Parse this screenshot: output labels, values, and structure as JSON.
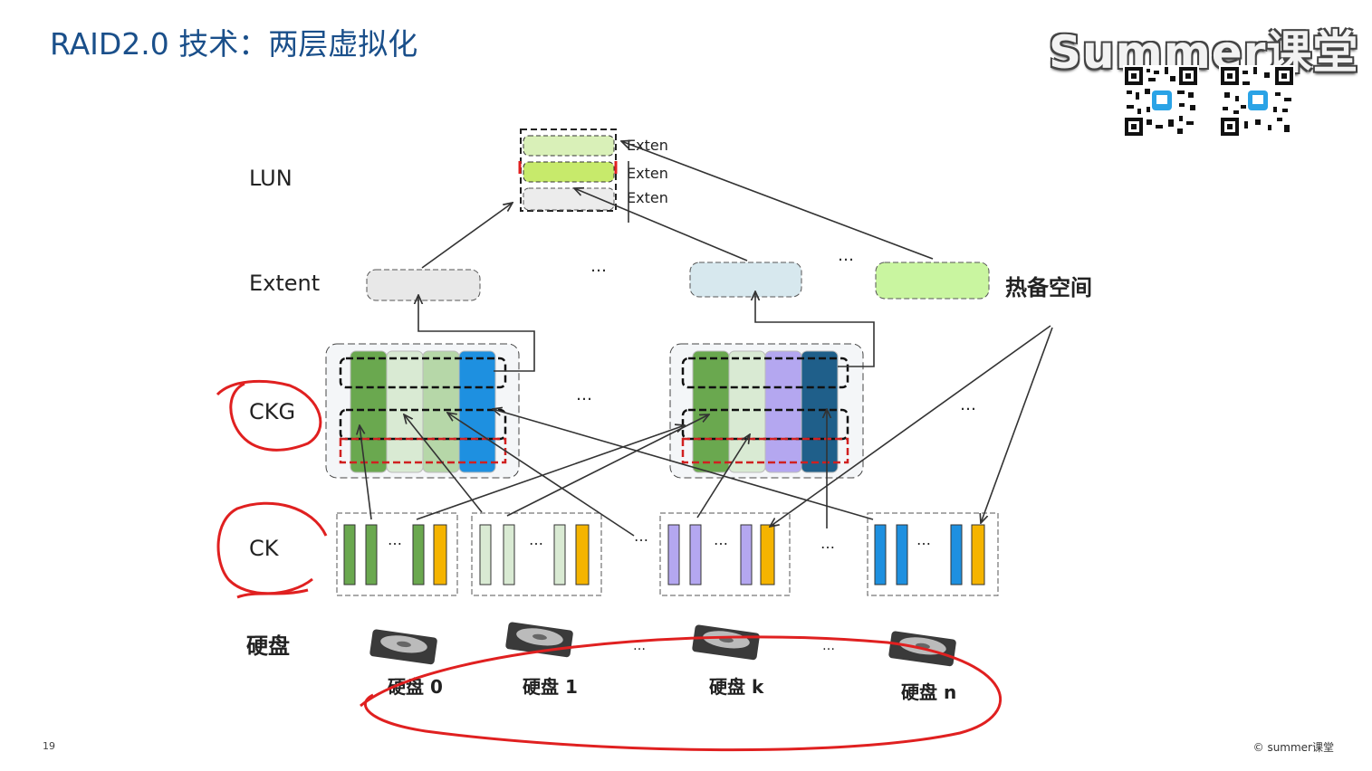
{
  "slide": {
    "title": "RAID2.0 技术：两层虚拟化",
    "page_number": "19",
    "copyright": "© summer课堂",
    "brand": "Summer课堂"
  },
  "layers": {
    "lun": "LUN",
    "extent": "Extent",
    "ckg": "CKG",
    "ck": "CK",
    "disk": "硬盘"
  },
  "lun_extents": [
    "Exten",
    "Exten",
    "Exten"
  ],
  "hot_spare": "热备空间",
  "ellipsis": "…",
  "disks": [
    "硬盘 0",
    "硬盘 1",
    "硬盘 k",
    "硬盘 n"
  ],
  "colors": {
    "green_dark": "#6aa84f",
    "green_light": "#d9ead3",
    "green_mid": "#b6d7a8",
    "blue": "#1e90e0",
    "blue_dark": "#1f5f8a",
    "lavender": "#b4a7f0",
    "orange": "#f5b400",
    "red_annotation": "#e02020",
    "title_blue": "#1a4f8a"
  }
}
